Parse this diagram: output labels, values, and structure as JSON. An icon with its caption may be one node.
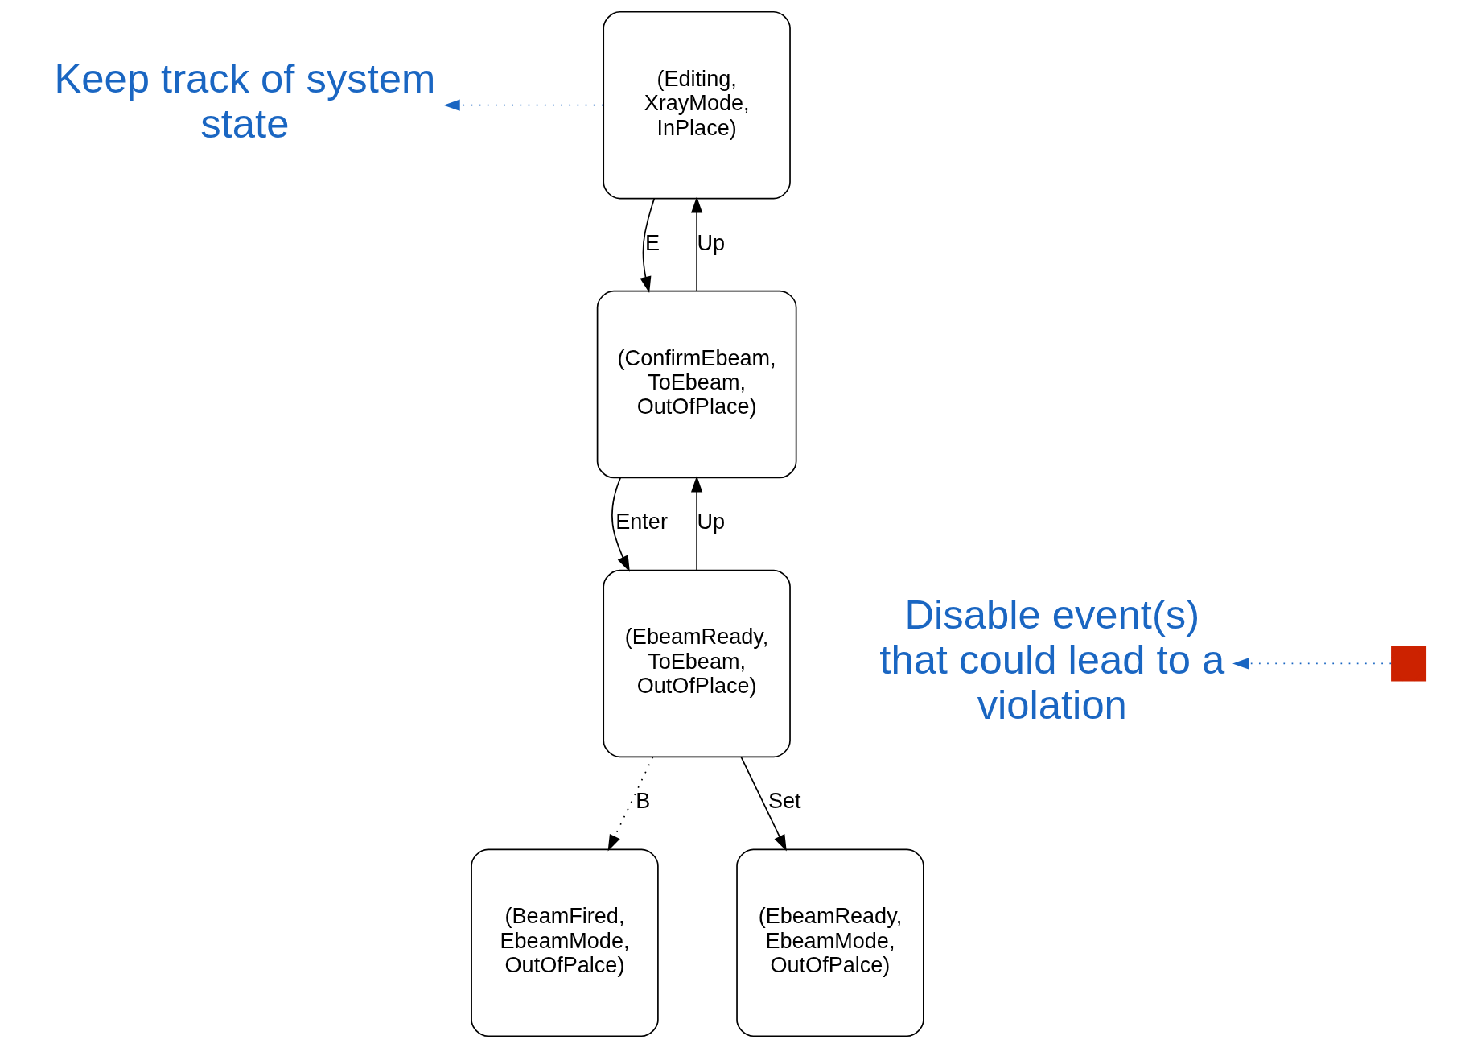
{
  "diagram": {
    "nodes": [
      {
        "text": [
          "Keep track of system state"
        ]
      },
      {
        "text": [
          "(Editing, XrayMode, InPlace)"
        ]
      },
      {
        "text": [
          "(ConfirmEbeam, ToEbeam, OutOfPlace)"
        ]
      },
      {
        "text": [
          "Disable event(s) that could lead to a violation"
        ]
      },
      {
        "text": [
          "(EbeamReady, ToEbeam, OutOfPlace)"
        ]
      },
      {
        "text": [
          "(BeamFired, EbeamMode, OutOfPalce)"
        ]
      },
      {
        "text": [
          "(EbeamReady, EbeamMode, OutOfPalce)"
        ]
      },
      {
        "text": [],
        "shape": "cross"
      }
    ],
    "edges": [
      {
        "from": 1,
        "to": 2,
        "arrow": "to",
        "label": "E"
      },
      {
        "from": 2,
        "to": 1,
        "arrow": "to",
        "label": "Up"
      },
      {
        "from": 2,
        "to": 4,
        "arrow": "to",
        "label": "Enter"
      },
      {
        "from": 4,
        "to": 2,
        "arrow": "to",
        "label": "Up"
      },
      {
        "from": 4,
        "to": 5,
        "arrow": "to",
        "label": "B",
        "style": "dashed"
      },
      {
        "from": 4,
        "to": 6,
        "arrow": "to",
        "label": "Set"
      },
      {
        "from": 1,
        "to": 0,
        "arrow": "to",
        "style": "dashed",
        "color": "#1a66c2"
      },
      {
        "from": 7,
        "to": 3,
        "arrow": "to",
        "style": "dashed",
        "color": "#1a66c2"
      }
    ]
  }
}
